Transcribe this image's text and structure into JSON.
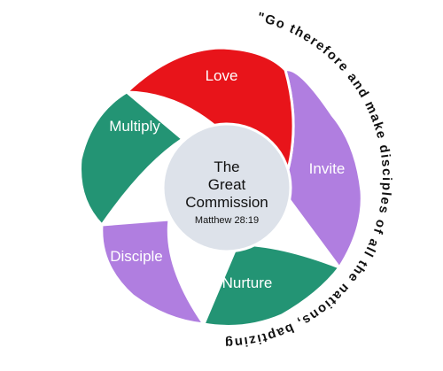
{
  "quote": "\"Go therefore and make disciples of all the nations, baptizing them in the name of the Father and the Son and the Holy Spirit.\"",
  "center": {
    "line1": "The",
    "line2": "Great",
    "line3": "Commission",
    "reference": "Matthew 28:19"
  },
  "segments": [
    {
      "key": "love",
      "label": "Love",
      "color": "#e8141a"
    },
    {
      "key": "invite",
      "label": "Invite",
      "color": "#b07ee0"
    },
    {
      "key": "nurture",
      "label": "Nurture",
      "color": "#239474"
    },
    {
      "key": "disciple",
      "label": "Disciple",
      "color": "#b07ee0"
    },
    {
      "key": "multiply",
      "label": "Multiply",
      "color": "#239474"
    }
  ],
  "colors": {
    "center_fill": "#dde2ea",
    "center_stroke": "#ffffff",
    "text": "#111111"
  }
}
